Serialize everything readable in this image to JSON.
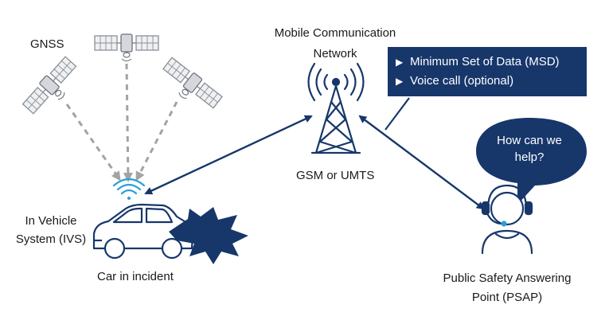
{
  "labels": {
    "gnss": "GNSS",
    "network_line1": "Mobile Communication",
    "network_line2": "Network",
    "tower": "GSM or UMTS",
    "ivs_line1": "In Vehicle",
    "ivs_line2": "System (IVS)",
    "car": "Car in incident",
    "psap_line1": "Public Safety Answering",
    "psap_line2": "Point (PSAP)"
  },
  "info_box": {
    "items": [
      "Minimum Set of Data (MSD)",
      "Voice call (optional)"
    ],
    "bullet": "▶"
  },
  "speech_bubble": {
    "line1": "How can we",
    "line2": "help?"
  },
  "colors": {
    "navy": "#17376b",
    "satellite": "#8a8f96",
    "dashed_arrow": "#a3a3a3",
    "wifi": "#2b9fd8",
    "text": "#1a1a1a"
  },
  "icons": [
    "satellite-icon",
    "tower-icon",
    "car-icon",
    "crash-burst-icon",
    "operator-icon",
    "wifi-icon"
  ]
}
